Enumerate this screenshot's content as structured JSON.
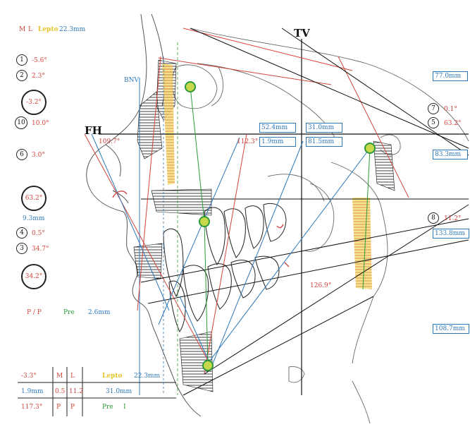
{
  "header": {
    "m": "M",
    "l": "L",
    "lepto": "Lepto",
    "value": "22.3mm"
  },
  "labels": {
    "tv": "TV",
    "fh": "FH",
    "bnv": "BNV"
  },
  "left_items": [
    {
      "num": "1",
      "value": "-5.6°"
    },
    {
      "num": "2",
      "value": "2.3°"
    },
    {
      "num": "",
      "value": "-3.2°"
    },
    {
      "num": "10",
      "value": "10.0°"
    },
    {
      "num": "6",
      "value": "3.0°"
    },
    {
      "num": "",
      "value": "63.2°"
    },
    {
      "num": "",
      "value": "9.3mm"
    },
    {
      "num": "4",
      "value": "0.5°"
    },
    {
      "num": "3",
      "value": "34.7°"
    },
    {
      "num": "",
      "value": "34.2°"
    }
  ],
  "pp_line": {
    "pp": "P / P",
    "pre": "Pre",
    "value": "2.6mm"
  },
  "right_items": [
    {
      "num": "",
      "value": "77.0mm"
    },
    {
      "num": "7",
      "value": "0.1°"
    },
    {
      "num": "5",
      "value": "63.2°"
    },
    {
      "num": "",
      "value": "83.3mm"
    },
    {
      "num": "8",
      "value": "11.2°"
    },
    {
      "num": "",
      "value": "133.8mm"
    },
    {
      "num": "",
      "value": "108.7mm"
    }
  ],
  "center_boxes": [
    "52.4mm",
    "31.0mm",
    "1.9mm",
    "81.5mm"
  ],
  "angles": {
    "a1": "109.7°",
    "a2": "112.3°",
    "a3": "126.9°"
  },
  "table": {
    "r1": [
      "-3.3°",
      "M",
      "L",
      "Lepto",
      "22.3mm"
    ],
    "r2": [
      "1.9mm",
      "0.5",
      "11.2",
      "31.0mm"
    ],
    "r3": [
      "117.3°",
      "P",
      "P",
      "Pre",
      "I"
    ]
  },
  "colors": {
    "red": "#d0453e",
    "blue": "#2f78b8",
    "green": "#2c9a3c",
    "yellow": "#e6c42a",
    "black": "#111111"
  }
}
